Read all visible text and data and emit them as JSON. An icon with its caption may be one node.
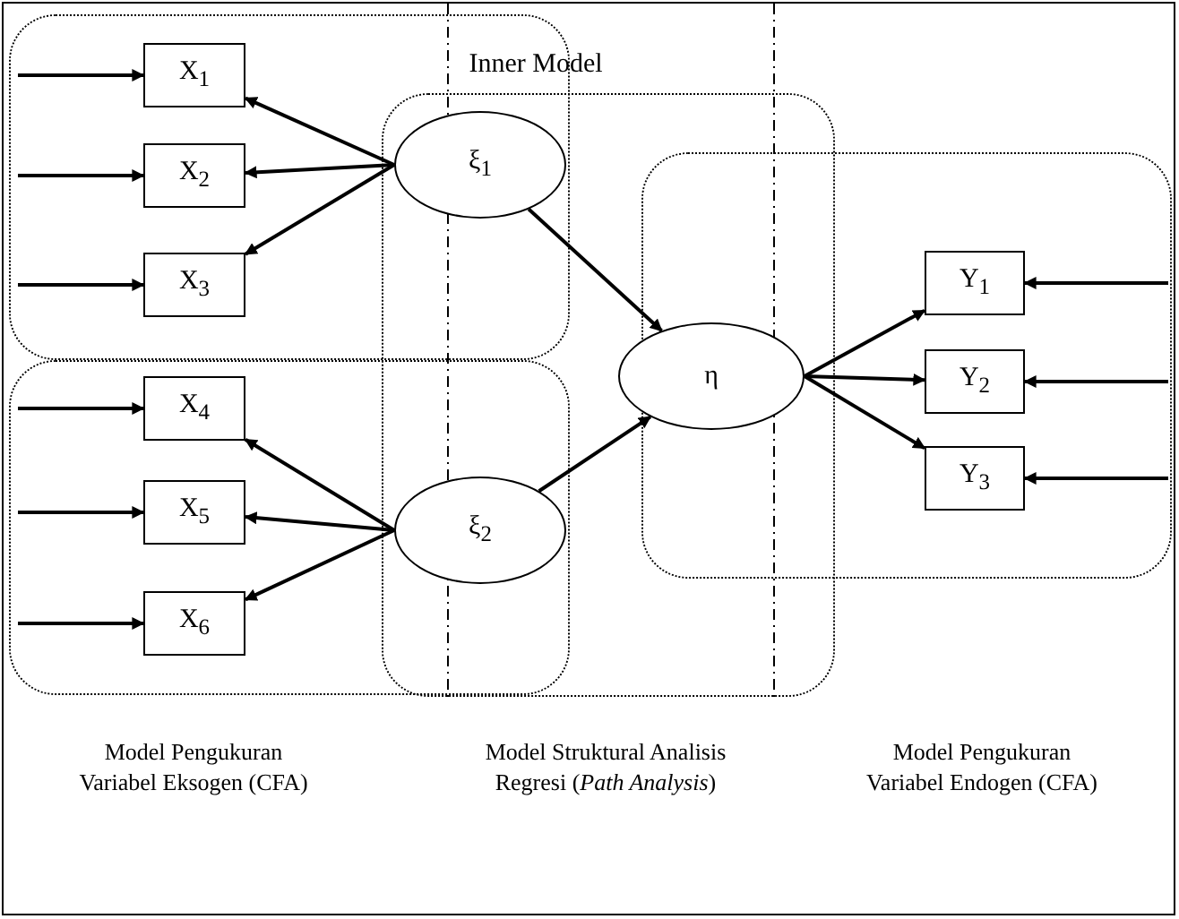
{
  "diagram": {
    "nodes": [
      {
        "text": [
          "X$_{1}$"
        ]
      },
      {
        "text": [
          "X$_{2}$"
        ]
      },
      {
        "text": [
          "X$_{3}$"
        ]
      },
      {
        "text": [
          "X$_{4}$"
        ]
      },
      {
        "text": [
          "X$_{5}$"
        ]
      },
      {
        "text": [
          "X$_{6}$"
        ]
      },
      {
        "text": [
          "ξ$_{1}$"
        ]
      },
      {
        "text": [
          "ξ$_{2}$"
        ]
      },
      {
        "text": [
          "η"
        ]
      },
      {
        "text": [
          "Y$_{1}$"
        ]
      },
      {
        "text": [
          "Y$_{2}$"
        ]
      },
      {
        "text": [
          "Y$_{3}$"
        ]
      }
    ],
    "edges": [
      {
        "from": null,
        "to": 0,
        "arrow": "to"
      },
      {
        "from": null,
        "to": 1,
        "arrow": "to"
      },
      {
        "from": null,
        "to": 2,
        "arrow": "to"
      },
      {
        "from": null,
        "to": 3,
        "arrow": "to"
      },
      {
        "from": null,
        "to": 4,
        "arrow": "to"
      },
      {
        "from": null,
        "to": 5,
        "arrow": "to"
      },
      {
        "from": 6,
        "to": 0,
        "arrow": "to"
      },
      {
        "from": 6,
        "to": 1,
        "arrow": "to"
      },
      {
        "from": 6,
        "to": 2,
        "arrow": "to"
      },
      {
        "from": 7,
        "to": 3,
        "arrow": "to"
      },
      {
        "from": 7,
        "to": 4,
        "arrow": "to"
      },
      {
        "from": 7,
        "to": 5,
        "arrow": "to"
      },
      {
        "from": 6,
        "to": 8,
        "arrow": "to"
      },
      {
        "from": 7,
        "to": 8,
        "arrow": "to"
      },
      {
        "from": 8,
        "to": 9,
        "arrow": "to"
      },
      {
        "from": 8,
        "to": 10,
        "arrow": "to"
      },
      {
        "from": 8,
        "to": 11,
        "arrow": "to"
      },
      {
        "from": null,
        "to": 9,
        "arrow": "to"
      },
      {
        "from": null,
        "to": 10,
        "arrow": "to"
      },
      {
        "from": null,
        "to": 11,
        "arrow": "to"
      }
    ],
    "labels": [
      "Inner Model",
      "Model Pengukuran Variabel Eksogen (CFA)",
      "Model Struktural Analisis Regresi (*Path Analysis*)",
      "Model Pengukuran Variabel Endogen (CFA)"
    ]
  }
}
